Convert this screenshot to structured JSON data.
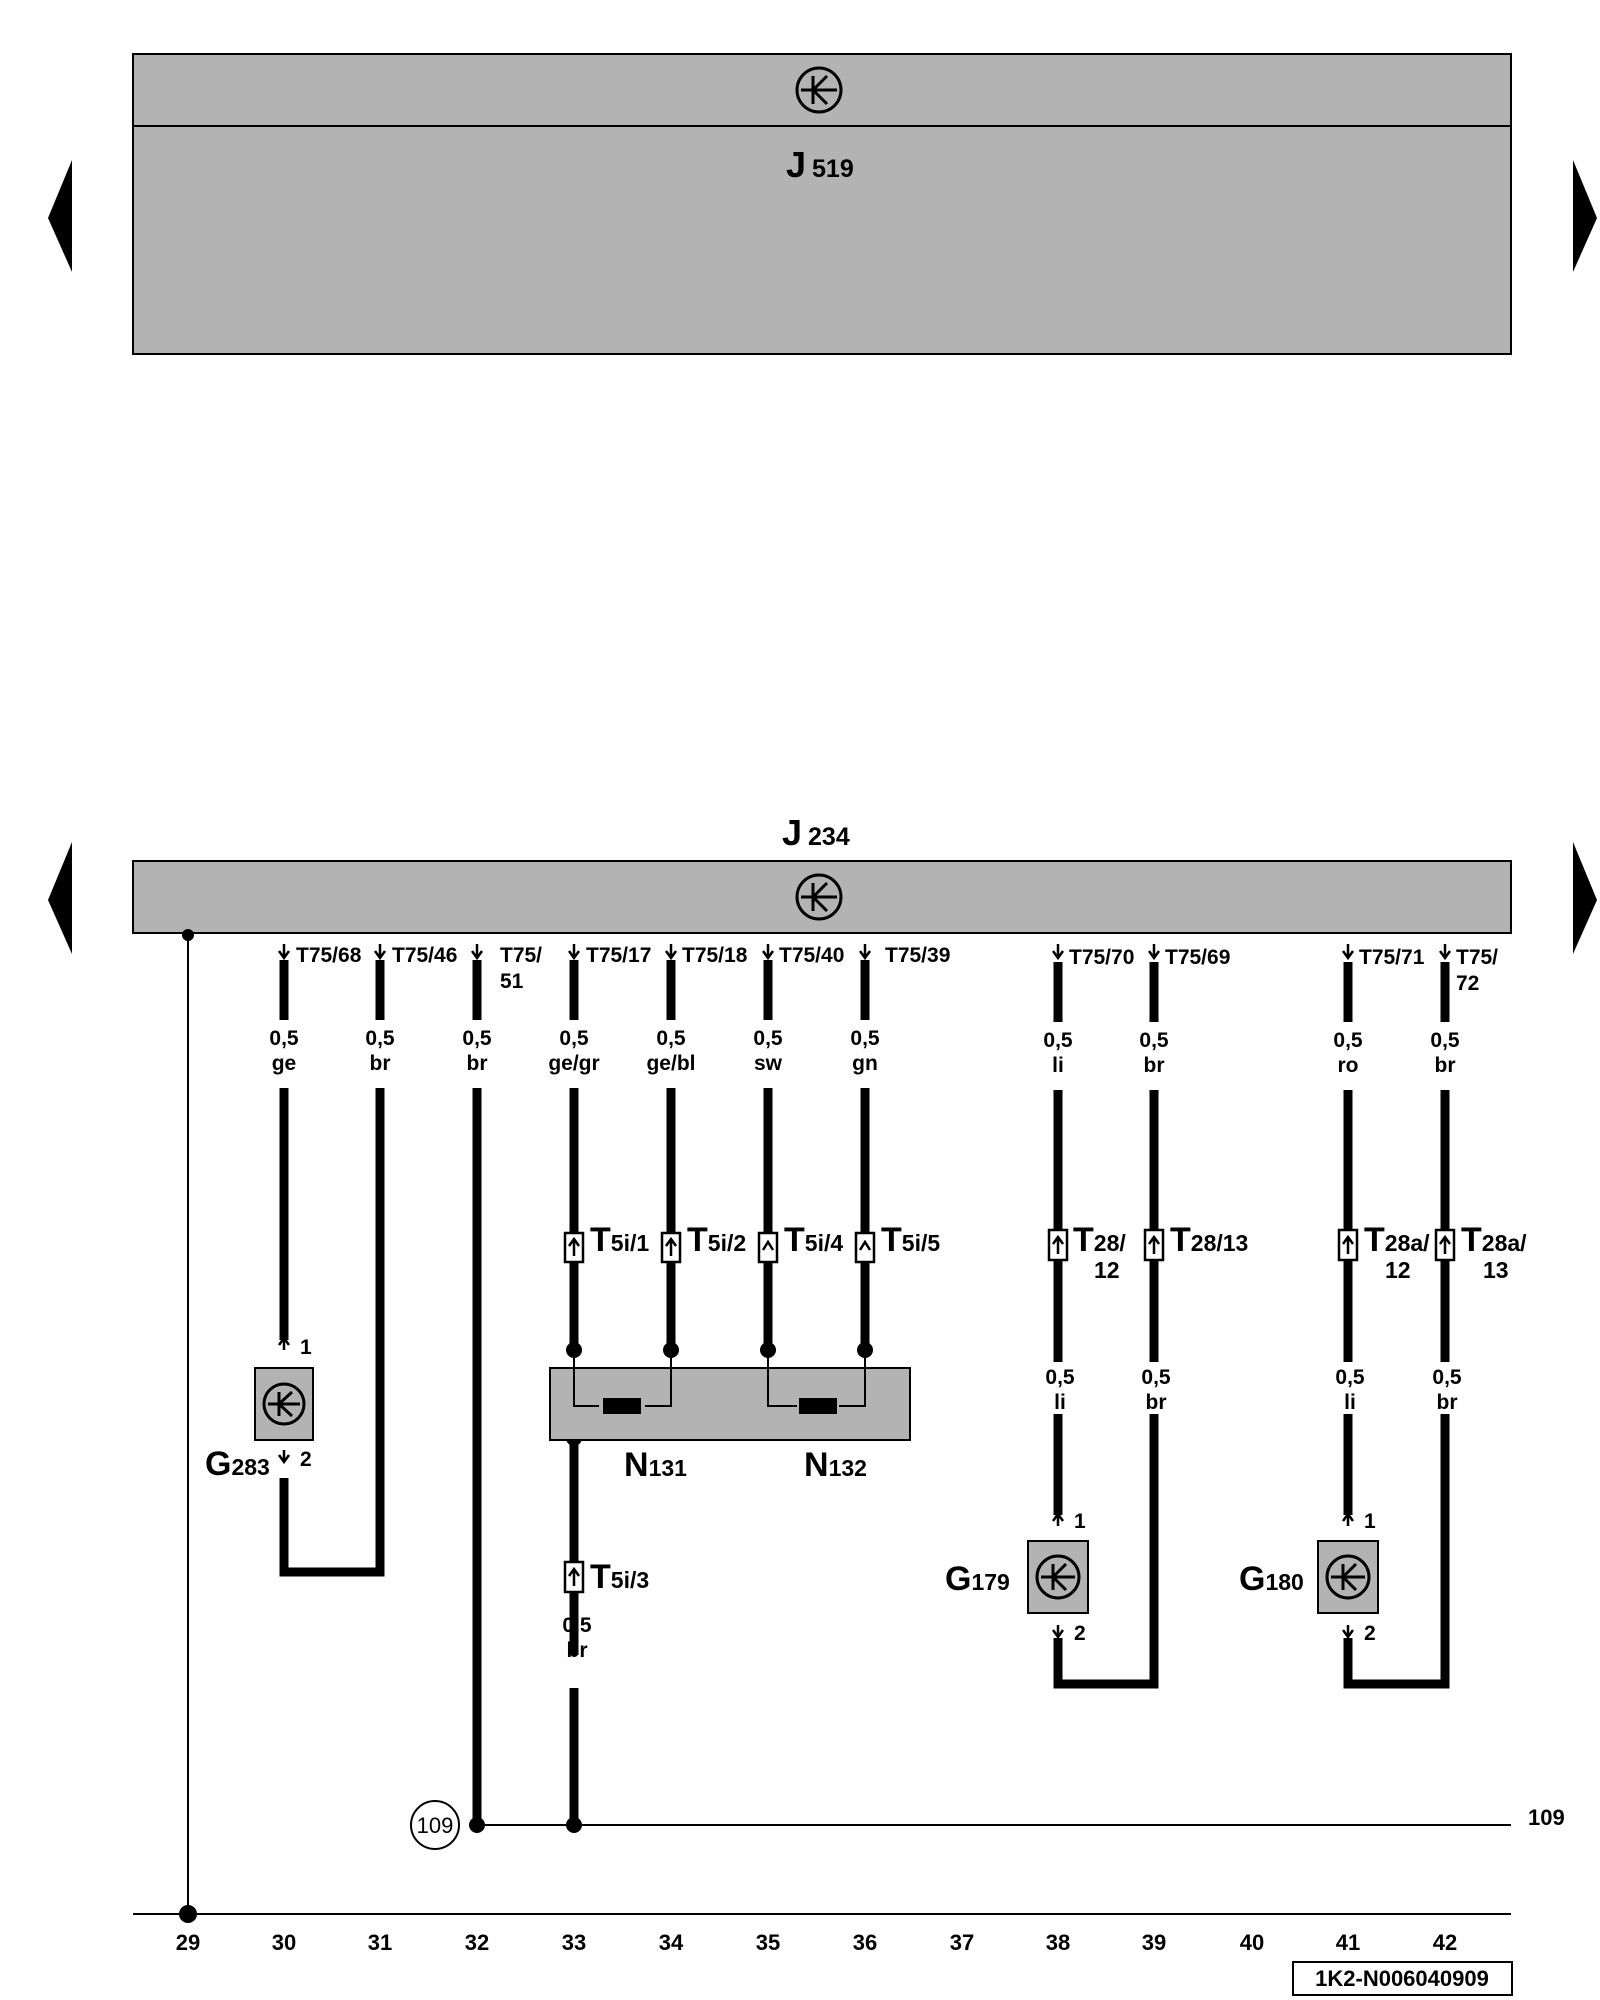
{
  "modules": [
    {
      "id": "J",
      "sub": "519"
    },
    {
      "id": "J",
      "sub": "234"
    }
  ],
  "pins": [
    {
      "label": "T75/68"
    },
    {
      "label": "T75/46"
    },
    {
      "label": "T75/",
      "label2": "51"
    },
    {
      "label": "T75/17"
    },
    {
      "label": "T75/18"
    },
    {
      "label": "T75/40"
    },
    {
      "label": "T75/39"
    },
    {
      "label": "T75/70"
    },
    {
      "label": "T75/69"
    },
    {
      "label": "T75/71"
    },
    {
      "label": "T75/",
      "label2": "72"
    }
  ],
  "wires_top": [
    {
      "size": "0,5",
      "color": "ge"
    },
    {
      "size": "0,5",
      "color": "br"
    },
    {
      "size": "0,5",
      "color": "br"
    },
    {
      "size": "0,5",
      "color": "ge/gr"
    },
    {
      "size": "0,5",
      "color": "ge/bl"
    },
    {
      "size": "0,5",
      "color": "sw"
    },
    {
      "size": "0,5",
      "color": "gn"
    },
    {
      "size": "0,5",
      "color": "li"
    },
    {
      "size": "0,5",
      "color": "br"
    },
    {
      "size": "0,5",
      "color": "ro"
    },
    {
      "size": "0,5",
      "color": "br"
    }
  ],
  "wires_lower": [
    {
      "size": "0,5",
      "color": "li"
    },
    {
      "size": "0,5",
      "color": "br"
    },
    {
      "size": "0,5",
      "color": "li"
    },
    {
      "size": "0,5",
      "color": "br"
    },
    {
      "size": "0,5",
      "color": "br"
    }
  ],
  "connectors": [
    {
      "main": "T",
      "sub": "5i/1",
      "sub2": ""
    },
    {
      "main": "T",
      "sub": "5i/2",
      "sub2": ""
    },
    {
      "main": "T",
      "sub": "5i/4",
      "sub2": ""
    },
    {
      "main": "T",
      "sub": "5i/5",
      "sub2": ""
    },
    {
      "main": "T",
      "sub": "28/",
      "sub2": "12"
    },
    {
      "main": "T",
      "sub": "28/13",
      "sub2": ""
    },
    {
      "main": "T",
      "sub": "28a/",
      "sub2": "12"
    },
    {
      "main": "T",
      "sub": "28a/",
      "sub2": "13"
    },
    {
      "main": "T",
      "sub": "5i/3",
      "sub2": ""
    }
  ],
  "components": [
    {
      "main": "G",
      "sub": "283",
      "pin1": "1",
      "pin2": "2"
    },
    {
      "main": "N",
      "sub": "131"
    },
    {
      "main": "N",
      "sub": "132"
    },
    {
      "main": "G",
      "sub": "179",
      "pin1": "1",
      "pin2": "2"
    },
    {
      "main": "G",
      "sub": "180",
      "pin1": "1",
      "pin2": "2"
    }
  ],
  "ground": {
    "circle": "109",
    "right": "109"
  },
  "columns": [
    "29",
    "30",
    "31",
    "32",
    "33",
    "34",
    "35",
    "36",
    "37",
    "38",
    "39",
    "40",
    "41",
    "42"
  ],
  "doc_id": "1K2-N006040909",
  "icons": {
    "module": "control-unit-symbol-icon",
    "nav_prev": "triangle-left-icon",
    "nav_next": "triangle-right-icon"
  }
}
